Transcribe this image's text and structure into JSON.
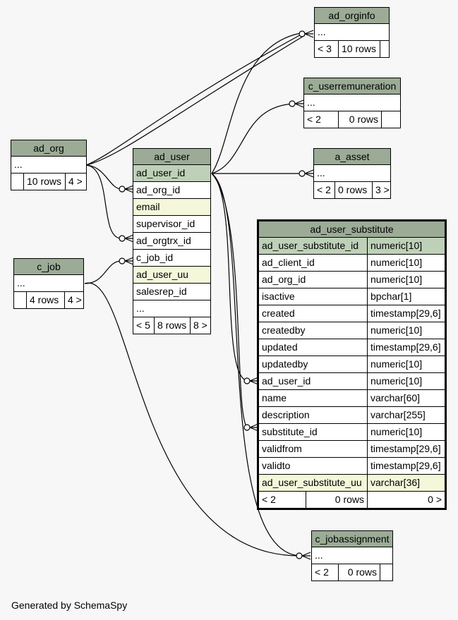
{
  "tables": {
    "ad_orginfo": {
      "name": "ad_orginfo",
      "rows": [
        "..."
      ],
      "footer": [
        "< 3",
        "10 rows",
        ""
      ]
    },
    "c_userremuneration": {
      "name": "c_userremuneration",
      "rows": [
        "..."
      ],
      "footer": [
        "< 2",
        "0 rows",
        ""
      ]
    },
    "a_asset": {
      "name": "a_asset",
      "rows": [
        "..."
      ],
      "footer": [
        "< 2",
        "0 rows",
        "3 >"
      ]
    },
    "ad_org": {
      "name": "ad_org",
      "rows": [
        "..."
      ],
      "footer": [
        "",
        "10 rows",
        "4 >"
      ]
    },
    "ad_user": {
      "name": "ad_user",
      "rows": [
        "ad_user_id",
        "ad_org_id",
        "email",
        "supervisor_id",
        "ad_orgtrx_id",
        "c_job_id",
        "ad_user_uu",
        "salesrep_id",
        "..."
      ],
      "footer": [
        "< 5",
        "8 rows",
        "8 >"
      ]
    },
    "c_job": {
      "name": "c_job",
      "rows": [
        "..."
      ],
      "footer": [
        "",
        "4 rows",
        "4 >"
      ]
    },
    "ad_user_substitute": {
      "name": "ad_user_substitute",
      "columns": [
        {
          "name": "ad_user_substitute_id",
          "type": "numeric[10]"
        },
        {
          "name": "ad_client_id",
          "type": "numeric[10]"
        },
        {
          "name": "ad_org_id",
          "type": "numeric[10]"
        },
        {
          "name": "isactive",
          "type": "bpchar[1]"
        },
        {
          "name": "created",
          "type": "timestamp[29,6]"
        },
        {
          "name": "createdby",
          "type": "numeric[10]"
        },
        {
          "name": "updated",
          "type": "timestamp[29,6]"
        },
        {
          "name": "updatedby",
          "type": "numeric[10]"
        },
        {
          "name": "ad_user_id",
          "type": "numeric[10]"
        },
        {
          "name": "name",
          "type": "varchar[60]"
        },
        {
          "name": "description",
          "type": "varchar[255]"
        },
        {
          "name": "substitute_id",
          "type": "numeric[10]"
        },
        {
          "name": "validfrom",
          "type": "timestamp[29,6]"
        },
        {
          "name": "validto",
          "type": "timestamp[29,6]"
        },
        {
          "name": "ad_user_substitute_uu",
          "type": "varchar[36]"
        }
      ],
      "footer": [
        "< 2",
        "0 rows",
        "0 >"
      ]
    },
    "c_jobassignment": {
      "name": "c_jobassignment",
      "rows": [
        "..."
      ],
      "footer": [
        "< 2",
        "0 rows",
        ""
      ]
    }
  },
  "footer_text": "Generated by SchemaSpy",
  "colors": {
    "header": "#9bab96",
    "primary_key": "#bed1b8",
    "indexed": "#f4f7da",
    "background": "#f7f7f7"
  }
}
